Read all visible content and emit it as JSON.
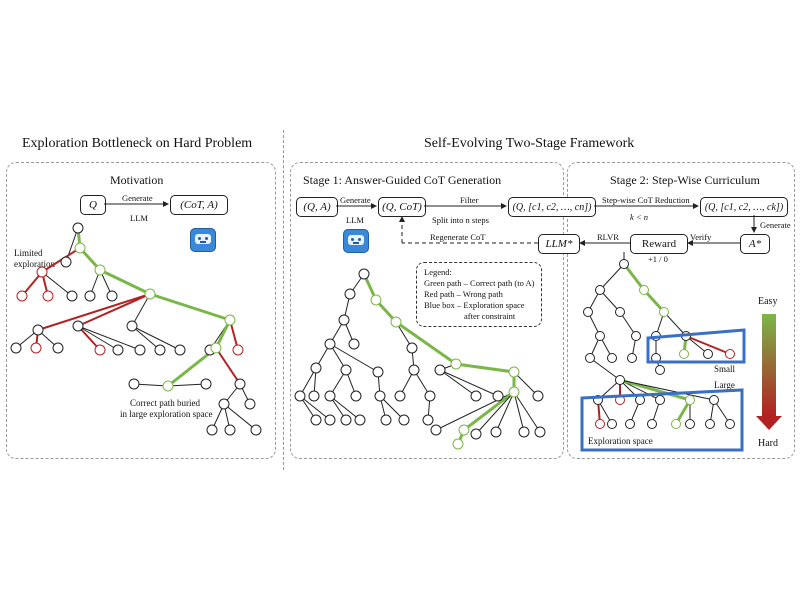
{
  "left": {
    "title": "Exploration Bottleneck on Hard Problem",
    "subtitle": "Motivation",
    "q": "Q",
    "generate": "Generate",
    "llm": "LLM",
    "cot_a": "(CoT, A)",
    "limited": "Limited",
    "exploration": "exploration",
    "buried1": "Correct path buried",
    "buried2": "in large exploration space"
  },
  "right": {
    "title": "Self-Evolving Two-Stage Framework",
    "stage1": "Stage 1: Answer-Guided CoT Generation",
    "stage2": "Stage 2: Step-Wise Curriculum",
    "qa": "(Q, A)",
    "qcot": "(Q, CoT)",
    "qc": "(Q, [c1, c2, …, cn])",
    "qck": "(Q, [c1, c2, …, ck])",
    "generate": "Generate",
    "llm": "LLM",
    "filter": "Filter",
    "split": "Split into n steps",
    "stepwise": "Step-wise CoT Reduction",
    "kn": "k < n",
    "generate2": "Generate",
    "verify": "Verify",
    "astar": "A*",
    "reward": "Reward",
    "rlvr": "RLVR",
    "llmstar": "LLM*",
    "regen": "Regenerate CoT",
    "pm": "+1 / 0",
    "easy": "Easy",
    "hard": "Hard",
    "small": "Small",
    "large": "Large",
    "explspace": "Exploration space",
    "legend": {
      "title": "Legend:",
      "l1": "Green path – Correct path (to A)",
      "l2": "Red path – Wrong path",
      "l3": "Blue box – Exploration space",
      "l4": "after constraint"
    }
  },
  "colors": {
    "green": "#7ab648",
    "red": "#b22222",
    "blue": "#3a6fc4",
    "gray": "#999999"
  }
}
